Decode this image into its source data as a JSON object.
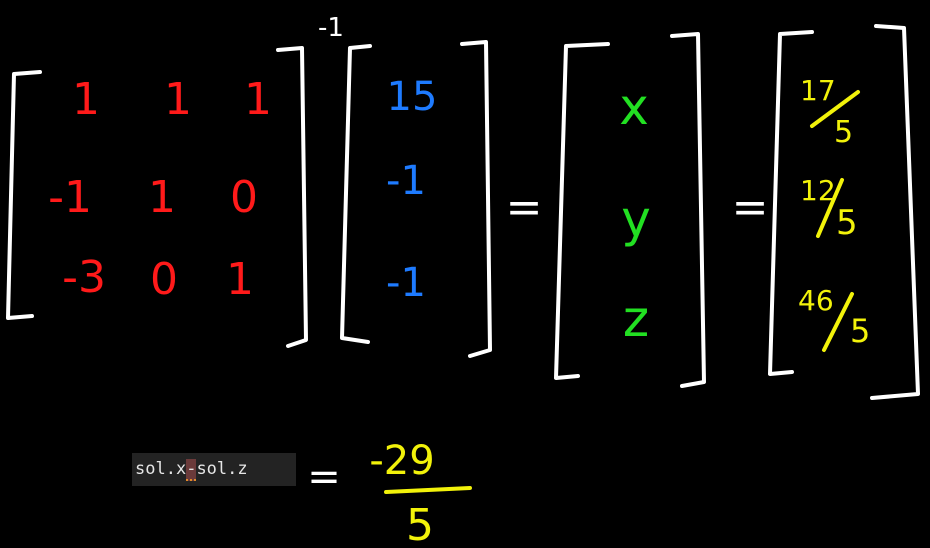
{
  "matrix_a": {
    "exponent": "-1",
    "rows": [
      [
        "1",
        "1",
        "1"
      ],
      [
        "-1",
        "1",
        "0"
      ],
      [
        "-3",
        "0",
        "1"
      ]
    ]
  },
  "vector_b": [
    "15",
    "-1",
    "-1"
  ],
  "unknowns": [
    "x",
    "y",
    "z"
  ],
  "equals_signs": [
    "=",
    "=",
    "="
  ],
  "solutions": [
    {
      "num": "17",
      "den": "5"
    },
    {
      "num": "12",
      "den": "5"
    },
    {
      "num": "46",
      "den": "5"
    }
  ],
  "code": {
    "pre": "sol.x",
    "highlight": "-",
    "post": "sol.z"
  },
  "result": {
    "num": "-29",
    "den": "5"
  },
  "colors": {
    "background": "#000000",
    "bracket": "#ffffff",
    "matrix": "#ff1a1a",
    "vector": "#1e7bff",
    "unknowns": "#22e022",
    "solutions": "#f2f20a"
  }
}
